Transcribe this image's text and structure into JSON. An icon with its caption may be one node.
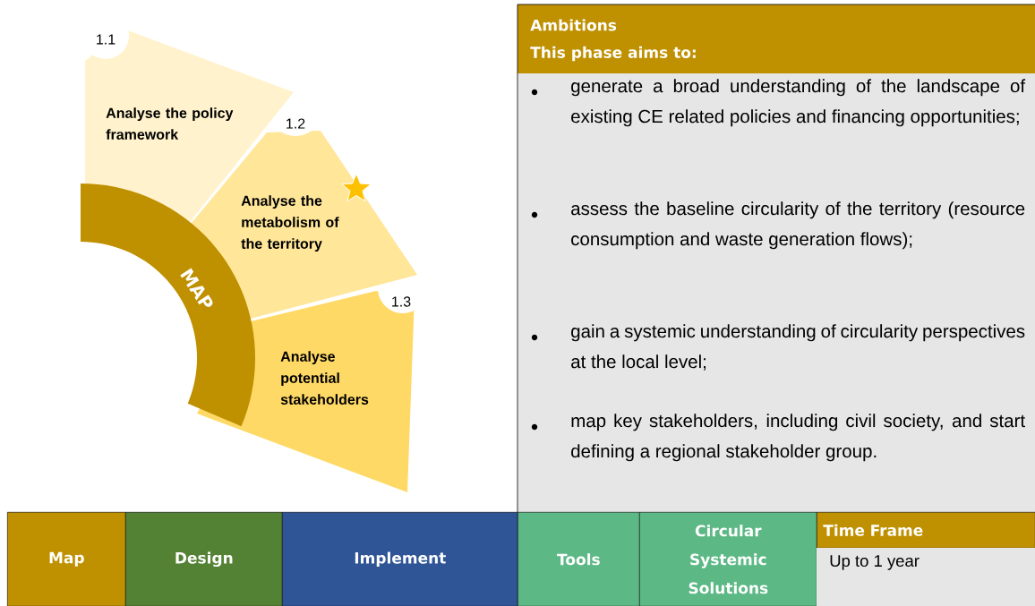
{
  "diagram": {
    "nodes": [
      {
        "text": [
          "Analyse the policy framework"
        ]
      },
      {
        "text": [
          "Analyse the metabolism of the territory"
        ]
      },
      {
        "text": [
          "Analyse potential stakeholders"
        ]
      },
      {
        "text": [
          "MAP"
        ]
      },
      {
        "text": [
          "Ambitions",
          "This phase aims to:"
        ]
      },
      {
        "text": [
          "generate a broad understanding of the landscape of existing CE related policies and financing opportunities;",
          "assess the baseline circularity of the territory (resource consumption and waste generation flows);",
          "gain a systemic understanding of circularity perspectives at the local level;",
          "map key stakeholders, including civil society, and start defining a regional stakeholder group."
        ]
      },
      {
        "text": [
          "Map"
        ]
      },
      {
        "text": [
          "Design"
        ]
      },
      {
        "text": [
          "Implement"
        ]
      },
      {
        "text": [
          "Tools"
        ]
      },
      {
        "text": [
          "Circular Systemic Solutions"
        ]
      },
      {
        "text": [
          "Time Frame"
        ]
      },
      {
        "text": [
          "Up to 1 year"
        ]
      }
    ],
    "edges": [],
    "labels": [
      "1.1",
      "1.2",
      "1.3"
    ]
  }
}
